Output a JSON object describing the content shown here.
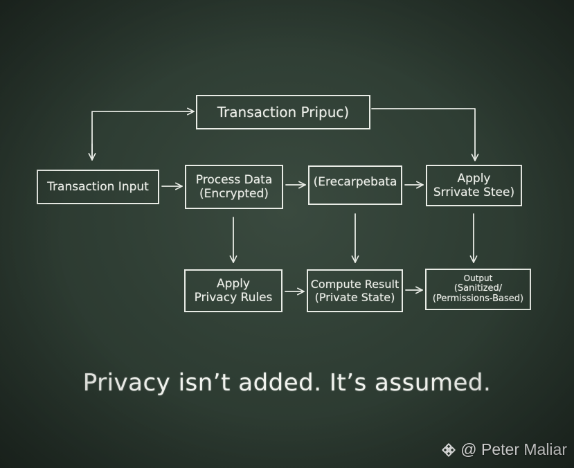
{
  "diagram": {
    "top_box": "Transaction Pripuc)",
    "input_box": "Transaction Input",
    "process_box": [
      "Process Data",
      "(Encrypted)"
    ],
    "ere_box": "(Erecarpebata",
    "apply_private_box": [
      "Apply",
      "Srrivate Stee)"
    ],
    "privacy_rules_box": [
      "Apply",
      "Privacy Rules"
    ],
    "compute_box": [
      "Compute Result",
      "(Private State)"
    ],
    "output_box": [
      "Output",
      "(Sanitized/",
      "(Permissions-Based)"
    ]
  },
  "tagline": "Privacy isn’t added. It’s assumed.",
  "watermark": {
    "icon": "binance-diamond-icon",
    "text": "@ Peter Maliar"
  },
  "colors": {
    "board": "#2f3e34",
    "chalk": "#e9ece6"
  }
}
